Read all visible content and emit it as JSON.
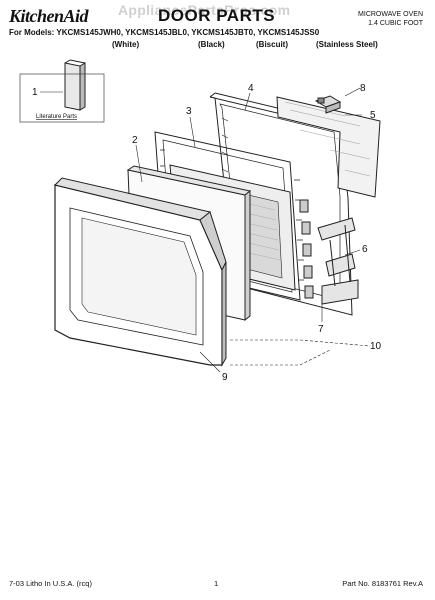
{
  "header": {
    "brand": "KitchenAid",
    "title": "DOOR PARTS",
    "watermark": "AppliancePartsPros.com",
    "oven_line1": "MICROWAVE OVEN",
    "oven_line2": "1.4 CUBIC FOOT",
    "models": "For Models: YKCMS145JWH0, YKCMS145JBL0, YKCMS145JBT0, YKCMS145JSS0",
    "colors": [
      "(White)",
      "(Black)",
      "(Biscuit)",
      "(Stainless Steel)"
    ]
  },
  "diagram": {
    "literature_label": "Literature Parts",
    "callouts": [
      "1",
      "2",
      "3",
      "4",
      "5",
      "6",
      "7",
      "8",
      "9",
      "10"
    ]
  },
  "footer": {
    "left": "7-03 Litho In U.S.A. (rcq)",
    "center": "1",
    "right": "Part No. 8183761 Rev.A"
  }
}
